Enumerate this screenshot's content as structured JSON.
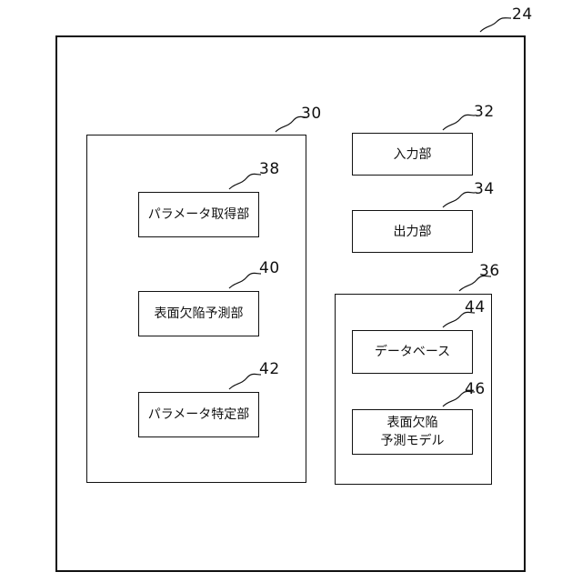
{
  "diagram": {
    "outer": {
      "ref": "24"
    },
    "controller": {
      "ref": "30"
    },
    "param_acquisition": {
      "ref": "38",
      "label": "パラメータ取得部"
    },
    "defect_prediction": {
      "ref": "40",
      "label": "表面欠陥予測部"
    },
    "param_identification": {
      "ref": "42",
      "label": "パラメータ特定部"
    },
    "input_unit": {
      "ref": "32",
      "label": "入力部"
    },
    "output_unit": {
      "ref": "34",
      "label": "出力部"
    },
    "storage": {
      "ref": "36"
    },
    "database": {
      "ref": "44",
      "label": "データベース"
    },
    "prediction_model": {
      "ref": "46",
      "label": "表面欠陥\n予測モデル"
    }
  }
}
